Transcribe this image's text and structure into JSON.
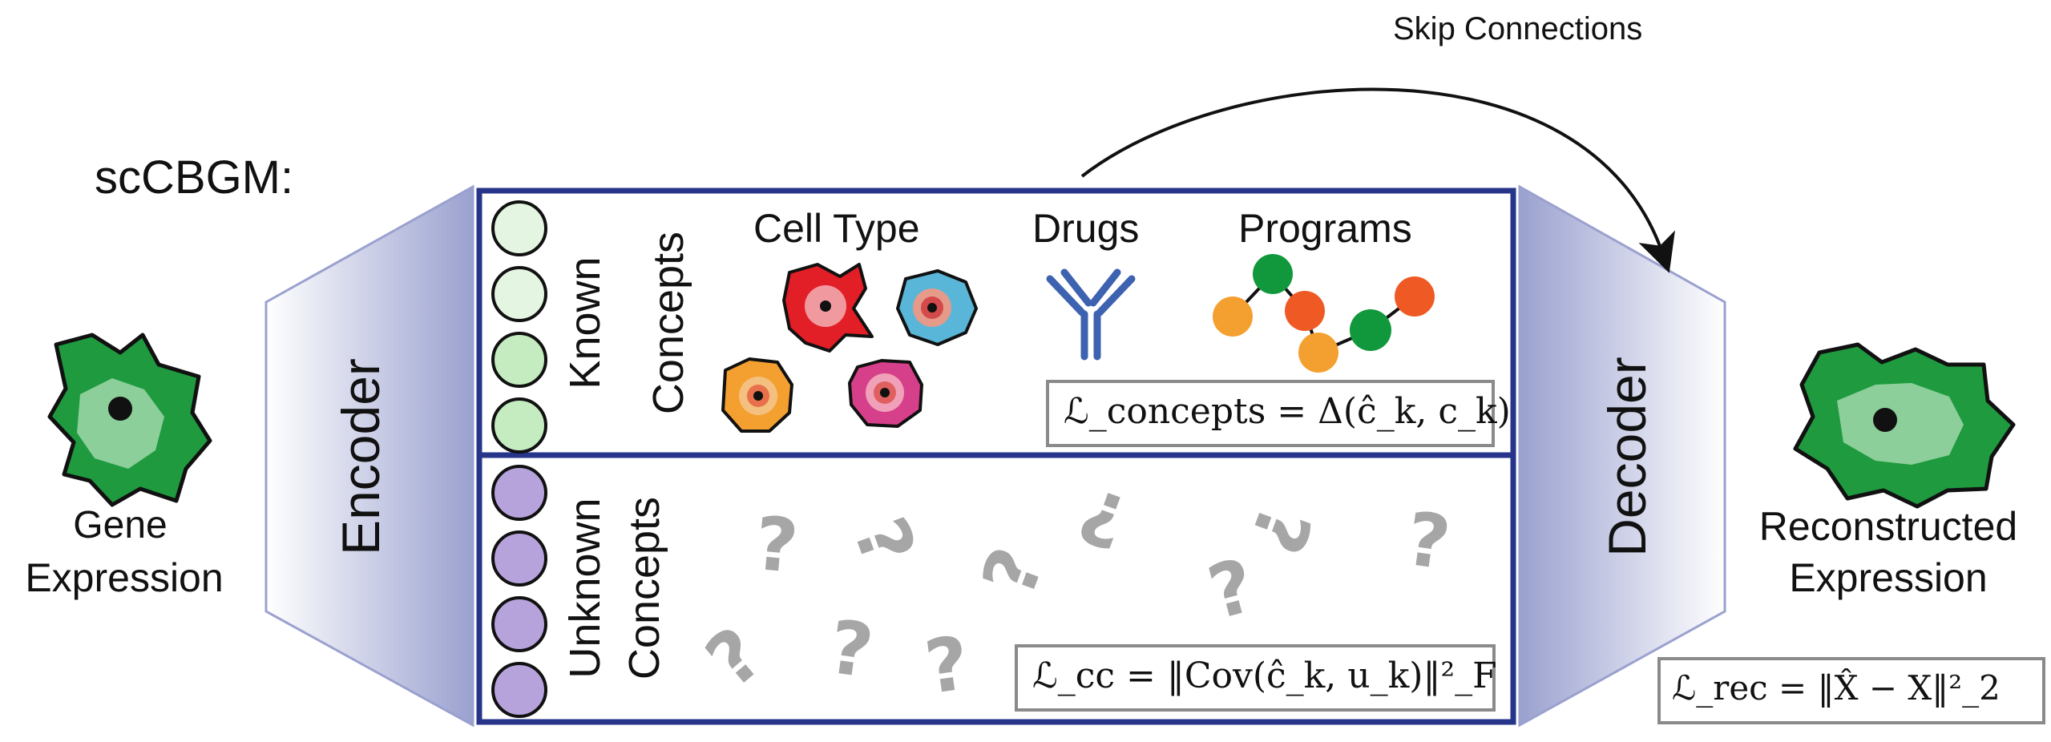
{
  "title": "scCBGM:",
  "skip_connections_label": "Skip Connections",
  "input_label": [
    "Gene",
    "Expression"
  ],
  "output_label": [
    "Reconstructed",
    "Expression"
  ],
  "encoder_label": "Encoder",
  "decoder_label": "Decoder",
  "known": {
    "label_line1": "Known",
    "label_line2": "Concepts",
    "headers": {
      "cell_type": "Cell Type",
      "drugs": "Drugs",
      "programs": "Programs"
    },
    "loss": "ℒ_concepts = Δ(ĉ_k, c_k)"
  },
  "unknown": {
    "label_line1": "Unknown",
    "label_line2": "Concepts",
    "loss": "ℒ_cc = ‖Cov(ĉ_k, u_k)‖²_F"
  },
  "reconstruction_loss": "ℒ_rec = ‖X̂ − X‖²_2",
  "colors": {
    "frame": "#26348a",
    "known_node": "#c4ecc0",
    "unknown_node": "#b7a3dc",
    "cell_green": "#1f9a3f",
    "cell_light": "#8ccf9a",
    "question_mark": "#a6a6a6",
    "drug": "#3d62b0",
    "program_orange": "#f4a030",
    "program_red": "#ef5a24",
    "program_green": "#12983c"
  },
  "icons": [
    "gene-expression-cell-icon",
    "cell-type-icons",
    "antibody-drug-icon",
    "gene-program-network-icon",
    "reconstructed-cell-icon",
    "skip-connection-arrow-icon"
  ]
}
